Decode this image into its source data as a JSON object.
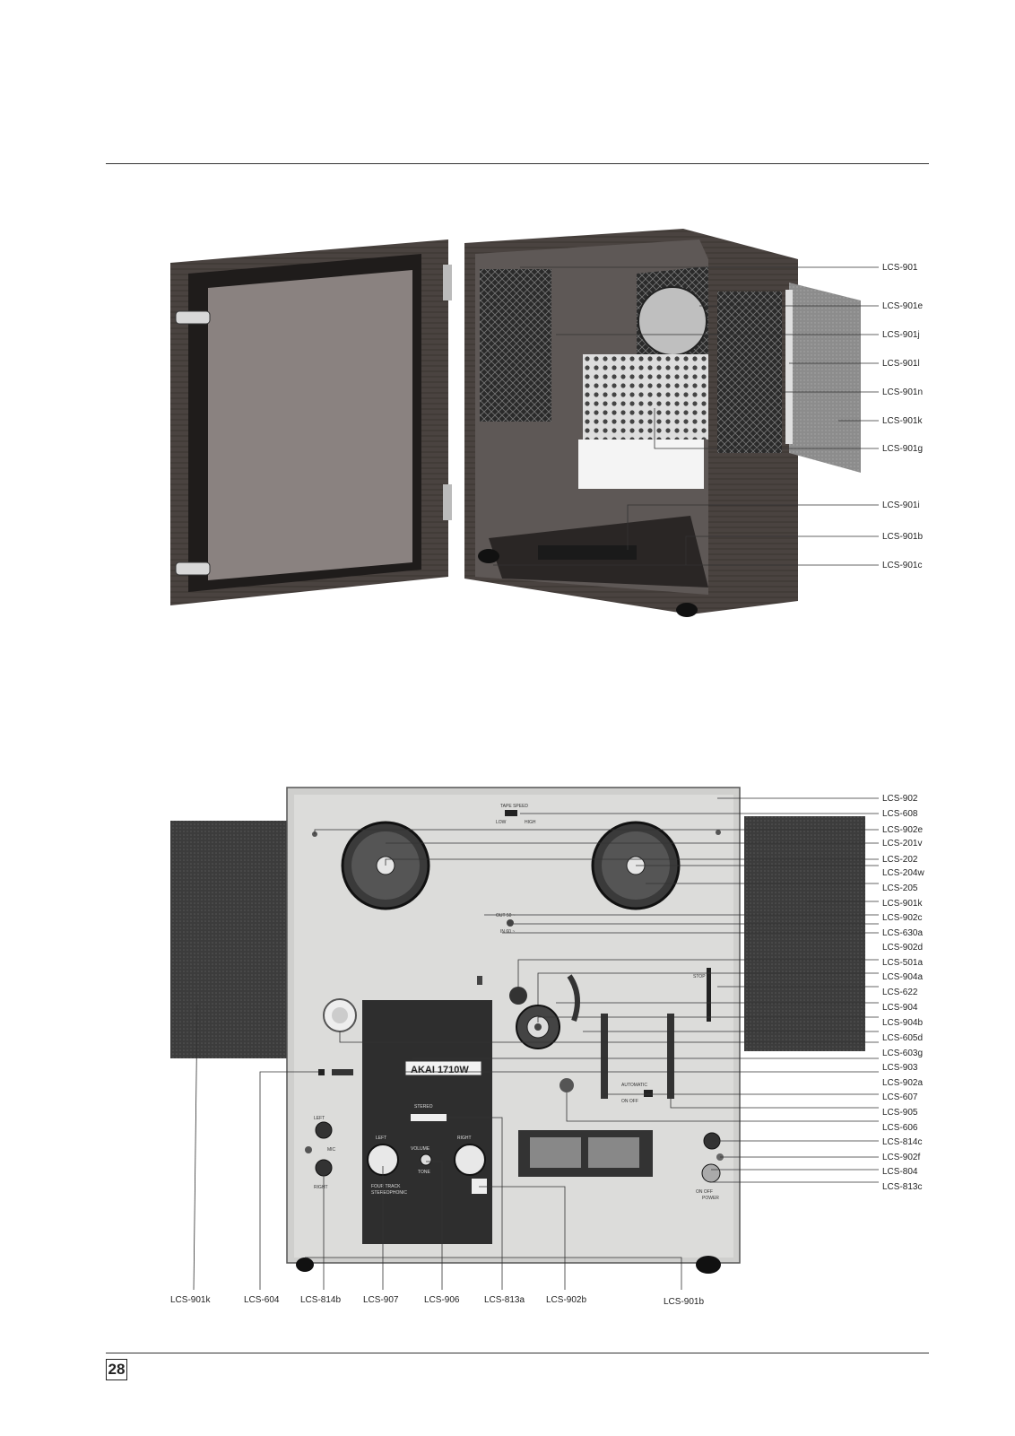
{
  "page_number": "28",
  "cabinet_labels": [
    "LCS-901",
    "LCS-901e",
    "LCS-901j",
    "LCS-901l",
    "LCS-901n",
    "LCS-901k",
    "LCS-901g",
    "LCS-901i",
    "LCS-901b",
    "LCS-901c"
  ],
  "deck_right_labels": [
    "LCS-902",
    "LCS-608",
    "LCS-902e",
    "LCS-201v",
    "LCS-202",
    "LCS-204w",
    "LCS-205",
    "LCS-901k",
    "LCS-902c",
    "LCS-630a",
    "LCS-902d",
    "LCS-501a",
    "LCS-904a",
    "LCS-622",
    "LCS-904",
    "LCS-904b",
    "LCS-605d",
    "LCS-603g",
    "LCS-903",
    "LCS-902a",
    "LCS-607",
    "LCS-905",
    "LCS-606",
    "LCS-814c",
    "LCS-902f",
    "LCS-804",
    "LCS-813c"
  ],
  "deck_bottom_labels": [
    "LCS-901k",
    "LCS-604",
    "LCS-814b",
    "LCS-907",
    "LCS-906",
    "LCS-813a",
    "LCS-902b",
    "LCS-901b"
  ],
  "panel": {
    "tape_speed": "TAPE SPEED",
    "low": "LOW",
    "high": "HIGH",
    "out_50": "OUT 50 ~",
    "in_60": "IN 60 ~",
    "stop": "STOP",
    "automatic": "AUTOMATIC",
    "on_off": "ON   OFF",
    "model": "AKAI 1710W",
    "stereo": "STEREO",
    "left": "LEFT",
    "right": "RIGHT",
    "volume": "VOLUME",
    "tone": "TONE",
    "mic": "MIC",
    "left_jack": "LEFT",
    "right_jack": "RIGHT",
    "four_track": "FOUR TRACK",
    "stereophonic": "STEREOPHONIC",
    "power_on_off": "ON    OFF",
    "power": "POWER"
  }
}
